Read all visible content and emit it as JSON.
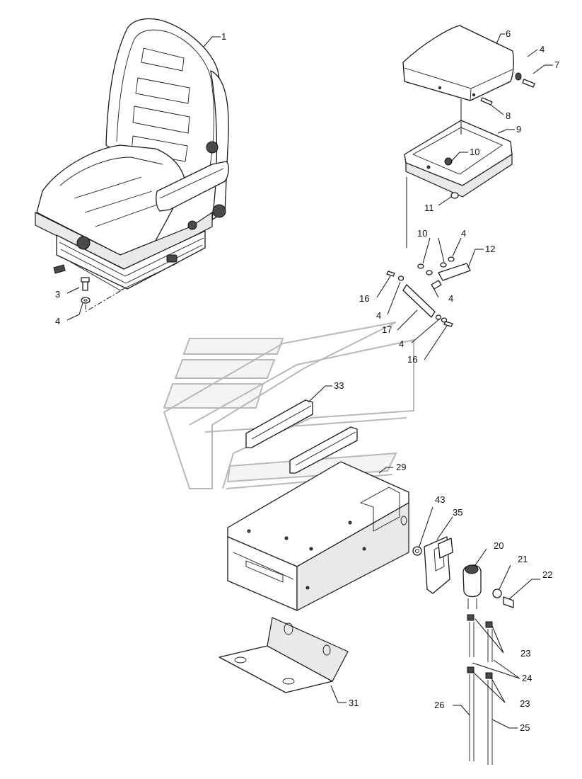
{
  "diagram": {
    "callouts": [
      {
        "id": "c1",
        "text": "1"
      },
      {
        "id": "c3",
        "text": "3"
      },
      {
        "id": "c4a",
        "text": "4"
      },
      {
        "id": "c6",
        "text": "6"
      },
      {
        "id": "c4b",
        "text": "4"
      },
      {
        "id": "c7",
        "text": "7"
      },
      {
        "id": "c8",
        "text": "8"
      },
      {
        "id": "c9",
        "text": "9"
      },
      {
        "id": "c10a",
        "text": "10"
      },
      {
        "id": "c11",
        "text": "11"
      },
      {
        "id": "c10b",
        "text": "10"
      },
      {
        "id": "c4c",
        "text": "4"
      },
      {
        "id": "c12",
        "text": "12"
      },
      {
        "id": "c16a",
        "text": "16"
      },
      {
        "id": "c4d",
        "text": "4"
      },
      {
        "id": "c4e",
        "text": "4"
      },
      {
        "id": "c17",
        "text": "17"
      },
      {
        "id": "c4f",
        "text": "4"
      },
      {
        "id": "c16b",
        "text": "16"
      },
      {
        "id": "c33",
        "text": "33"
      },
      {
        "id": "c29",
        "text": "29"
      },
      {
        "id": "c43",
        "text": "43"
      },
      {
        "id": "c35",
        "text": "35"
      },
      {
        "id": "c20",
        "text": "20"
      },
      {
        "id": "c21",
        "text": "21"
      },
      {
        "id": "c22",
        "text": "22"
      },
      {
        "id": "c23a",
        "text": "23"
      },
      {
        "id": "c24",
        "text": "24"
      },
      {
        "id": "c23b",
        "text": "23"
      },
      {
        "id": "c26",
        "text": "26"
      },
      {
        "id": "c25",
        "text": "25"
      },
      {
        "id": "c31",
        "text": "31"
      }
    ]
  }
}
